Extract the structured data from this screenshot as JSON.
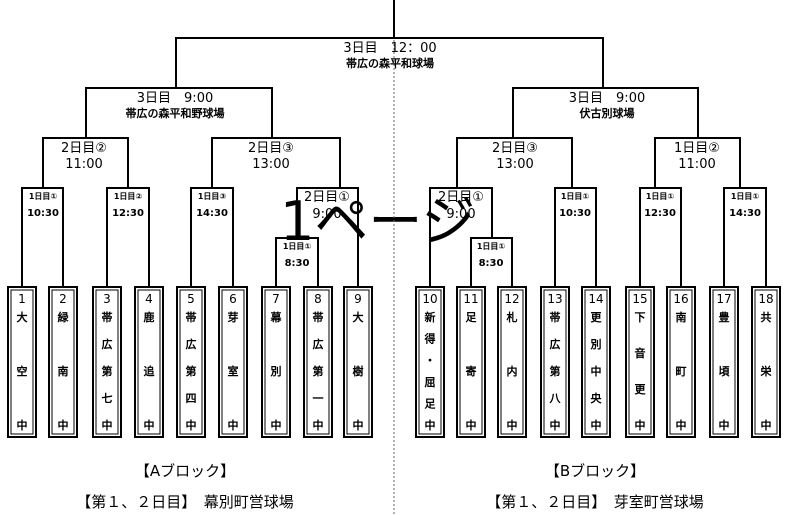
{
  "watermark": "1ページ",
  "final": {
    "time": "3日目　12：00",
    "venue": "帯広の森平和球場"
  },
  "semis": {
    "left": {
      "time": "3日目　9:00",
      "venue": "帯広の森平和野球場"
    },
    "right": {
      "time": "3日目　9:00",
      "venue": "伏古別球場"
    }
  },
  "r2": [
    {
      "time1": "2日目②",
      "time2": "11:00"
    },
    {
      "time1": "2日目③",
      "time2": "13:00"
    },
    {
      "time1": "2日目③",
      "time2": "13:00"
    },
    {
      "time1": "1日目②",
      "time2": "11:00"
    }
  ],
  "r1": [
    {
      "time1": "1日目①",
      "time2": "10:30"
    },
    {
      "time1": "1日目②",
      "time2": "12:30"
    },
    {
      "time1": "1日目③",
      "time2": "14:30"
    },
    {
      "time1": "2日目①",
      "time2": "9:00"
    },
    {
      "time1": "2日目①",
      "time2": "9:00"
    },
    {
      "time1": "1日目①",
      "time2": "10:30"
    },
    {
      "time1": "1日目①",
      "time2": "12:30"
    },
    {
      "time1": "1日目①",
      "time2": "14:30"
    }
  ],
  "r0": [
    {
      "time1": "1日目①",
      "time2": "8:30"
    },
    {
      "time1": "1日目①",
      "time2": "8:30"
    }
  ],
  "teams": [
    {
      "num": "1",
      "name": [
        "大",
        "空",
        "中"
      ]
    },
    {
      "num": "2",
      "name": [
        "緑",
        "南",
        "中"
      ]
    },
    {
      "num": "3",
      "name": [
        "帯",
        "広",
        "第",
        "七",
        "中"
      ]
    },
    {
      "num": "4",
      "name": [
        "鹿",
        "追",
        "中"
      ]
    },
    {
      "num": "5",
      "name": [
        "帯",
        "広",
        "第",
        "四",
        "中"
      ]
    },
    {
      "num": "6",
      "name": [
        "芽",
        "室",
        "中"
      ]
    },
    {
      "num": "7",
      "name": [
        "幕",
        "別",
        "中"
      ]
    },
    {
      "num": "8",
      "name": [
        "帯",
        "広",
        "第",
        "一",
        "中"
      ]
    },
    {
      "num": "9",
      "name": [
        "大",
        "樹",
        "中"
      ]
    },
    {
      "num": "10",
      "name": [
        "新",
        "得",
        "・",
        "屈",
        "足",
        "中"
      ]
    },
    {
      "num": "11",
      "name": [
        "足",
        "寄",
        "中"
      ]
    },
    {
      "num": "12",
      "name": [
        "札",
        "内",
        "中"
      ]
    },
    {
      "num": "13",
      "name": [
        "帯",
        "広",
        "第",
        "八",
        "中"
      ]
    },
    {
      "num": "14",
      "name": [
        "更",
        "別",
        "中",
        "央",
        "中"
      ]
    },
    {
      "num": "15",
      "name": [
        "下",
        "音",
        "更",
        "中"
      ]
    },
    {
      "num": "16",
      "name": [
        "南",
        "町",
        "中"
      ]
    },
    {
      "num": "17",
      "name": [
        "豊",
        "頃",
        "中"
      ]
    },
    {
      "num": "18",
      "name": [
        "共",
        "栄",
        "中"
      ]
    }
  ],
  "blocks": {
    "a": {
      "title": "【Aブロック】",
      "venue": "【第１、２日目】　幕別町営球場"
    },
    "b": {
      "title": "【Bブロック】",
      "venue": "【第１、２日目】　芽室町営球場"
    }
  }
}
